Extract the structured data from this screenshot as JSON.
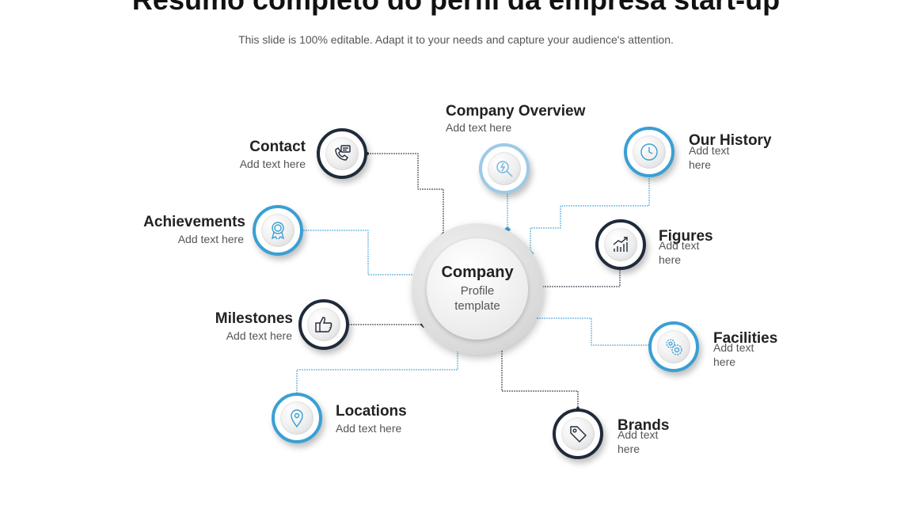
{
  "header": {
    "title": "Resumo completo do perfil da empresa start-up",
    "subtitle": "This slide is 100% editable. Adapt it to your needs and capture your audience's attention."
  },
  "center": {
    "title": "Company",
    "subtitle": "Profile template"
  },
  "colors": {
    "dark": "#1f2a3a",
    "blue": "#3a9fd4",
    "light_blue": "#9ccbe6"
  },
  "items": {
    "company_overview": {
      "title": "Company Overview",
      "text": "Add text here",
      "icon": "search-bolt-icon"
    },
    "contact": {
      "title": "Contact",
      "text": "Add text here",
      "icon": "phone-chat-icon"
    },
    "our_history": {
      "title": "Our History",
      "text": "Add text here",
      "icon": "clock-icon"
    },
    "achievements": {
      "title": "Achievements",
      "text": "Add text here",
      "icon": "award-badge-icon"
    },
    "figures": {
      "title": "Figures",
      "text": "Add text here",
      "icon": "bar-chart-icon"
    },
    "milestones": {
      "title": "Milestones",
      "text": "Add text here",
      "icon": "thumbs-up-icon"
    },
    "facilities": {
      "title": "Facilities",
      "text": "Add text here",
      "icon": "gears-icon"
    },
    "locations": {
      "title": "Locations",
      "text": "Add text here",
      "icon": "location-pin-icon"
    },
    "brands": {
      "title": "Brands",
      "text": "Add text here",
      "icon": "price-tag-icon"
    }
  }
}
